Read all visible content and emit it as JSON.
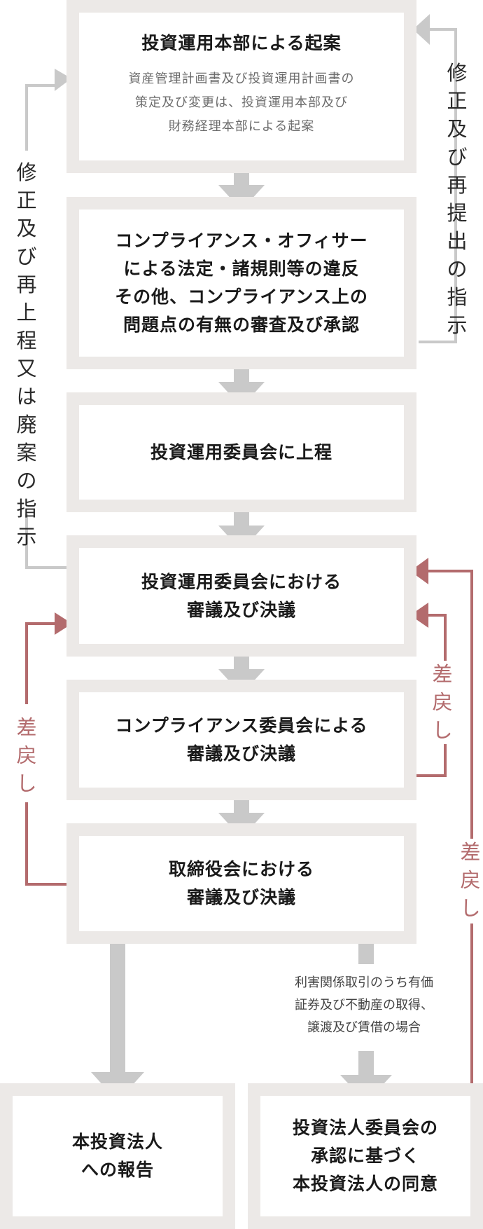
{
  "boxes": {
    "draft": {
      "title": "投資運用本部による起案",
      "desc": [
        "資産管理計画書及び投資運用計画書の",
        "策定及び変更は、投資運用本部及び",
        "財務経理本部による起案"
      ]
    },
    "compliance_review": {
      "lines": [
        "コンプライアンス・オフィサー",
        "による法定・諸規則等の違反",
        "その他、コンプライアンス上の",
        "問題点の有無の審査及び承認"
      ]
    },
    "submit_committee": {
      "lines": [
        "投資運用委員会に上程"
      ]
    },
    "committee_resolution": {
      "lines": [
        "投資運用委員会における",
        "審議及び決議"
      ]
    },
    "compliance_committee": {
      "lines": [
        "コンプライアンス委員会による",
        "審議及び決議"
      ]
    },
    "board": {
      "lines": [
        "取締役会における",
        "審議及び決議"
      ]
    },
    "report": {
      "lines": [
        "本投資法人",
        "への報告"
      ]
    },
    "consent": {
      "lines": [
        "投資法人委員会の",
        "承認に基づく",
        "本投資法人の同意"
      ]
    }
  },
  "side_labels": {
    "resubmit": "修正及び再提出の指示",
    "resubmit_or_abandon": "修正及び再上程又は廃案の指示",
    "return_left": "差戻し",
    "return_right_inner": "差戻し",
    "return_right_outer": "差戻し"
  },
  "note": [
    "利害関係取引のうち有価",
    "証券及び不動産の取得、",
    "譲渡及び賃借の場合"
  ],
  "colors": {
    "box_border": "#ece9e7",
    "arrow": "#c9c9c9",
    "return_line": "#b36b6d"
  }
}
